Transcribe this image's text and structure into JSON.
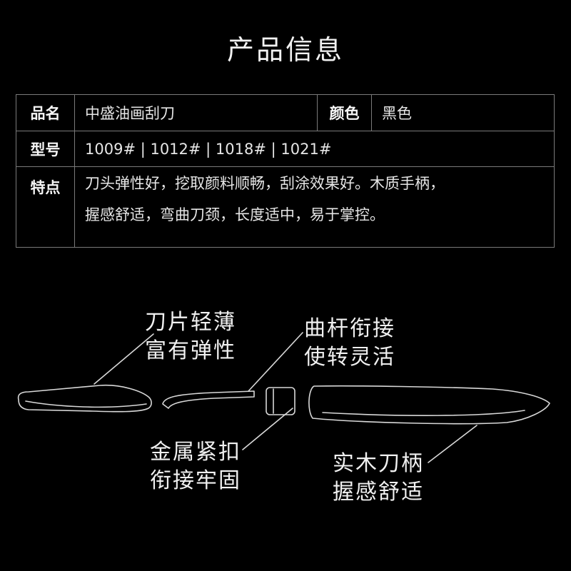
{
  "title": "产品信息",
  "spec": {
    "name_label": "品名",
    "name_value": "中盛油画刮刀",
    "color_label": "颜色",
    "color_value": "黑色",
    "model_label": "型号",
    "model_value": "1009# | 1012# | 1018# | 1021#",
    "feature_label": "特点",
    "feature_line1": "刀头弹性好，挖取颜料顺畅，刮涂效果好。木质手柄，",
    "feature_line2": "握感舒适，弯曲刀颈，长度适中，易于掌控。"
  },
  "callouts": {
    "blade": [
      "刀片轻薄",
      "富有弹性"
    ],
    "shaft": [
      "曲杆衔接",
      "使转灵活"
    ],
    "ferrule": [
      "金属紧扣",
      "衔接牢固"
    ],
    "handle": [
      "实木刀柄",
      "握感舒适"
    ]
  },
  "colors": {
    "background": "#000000",
    "text": "#e8e8e8",
    "border": "#7a7a7a",
    "outline": "#d8d8d8"
  }
}
